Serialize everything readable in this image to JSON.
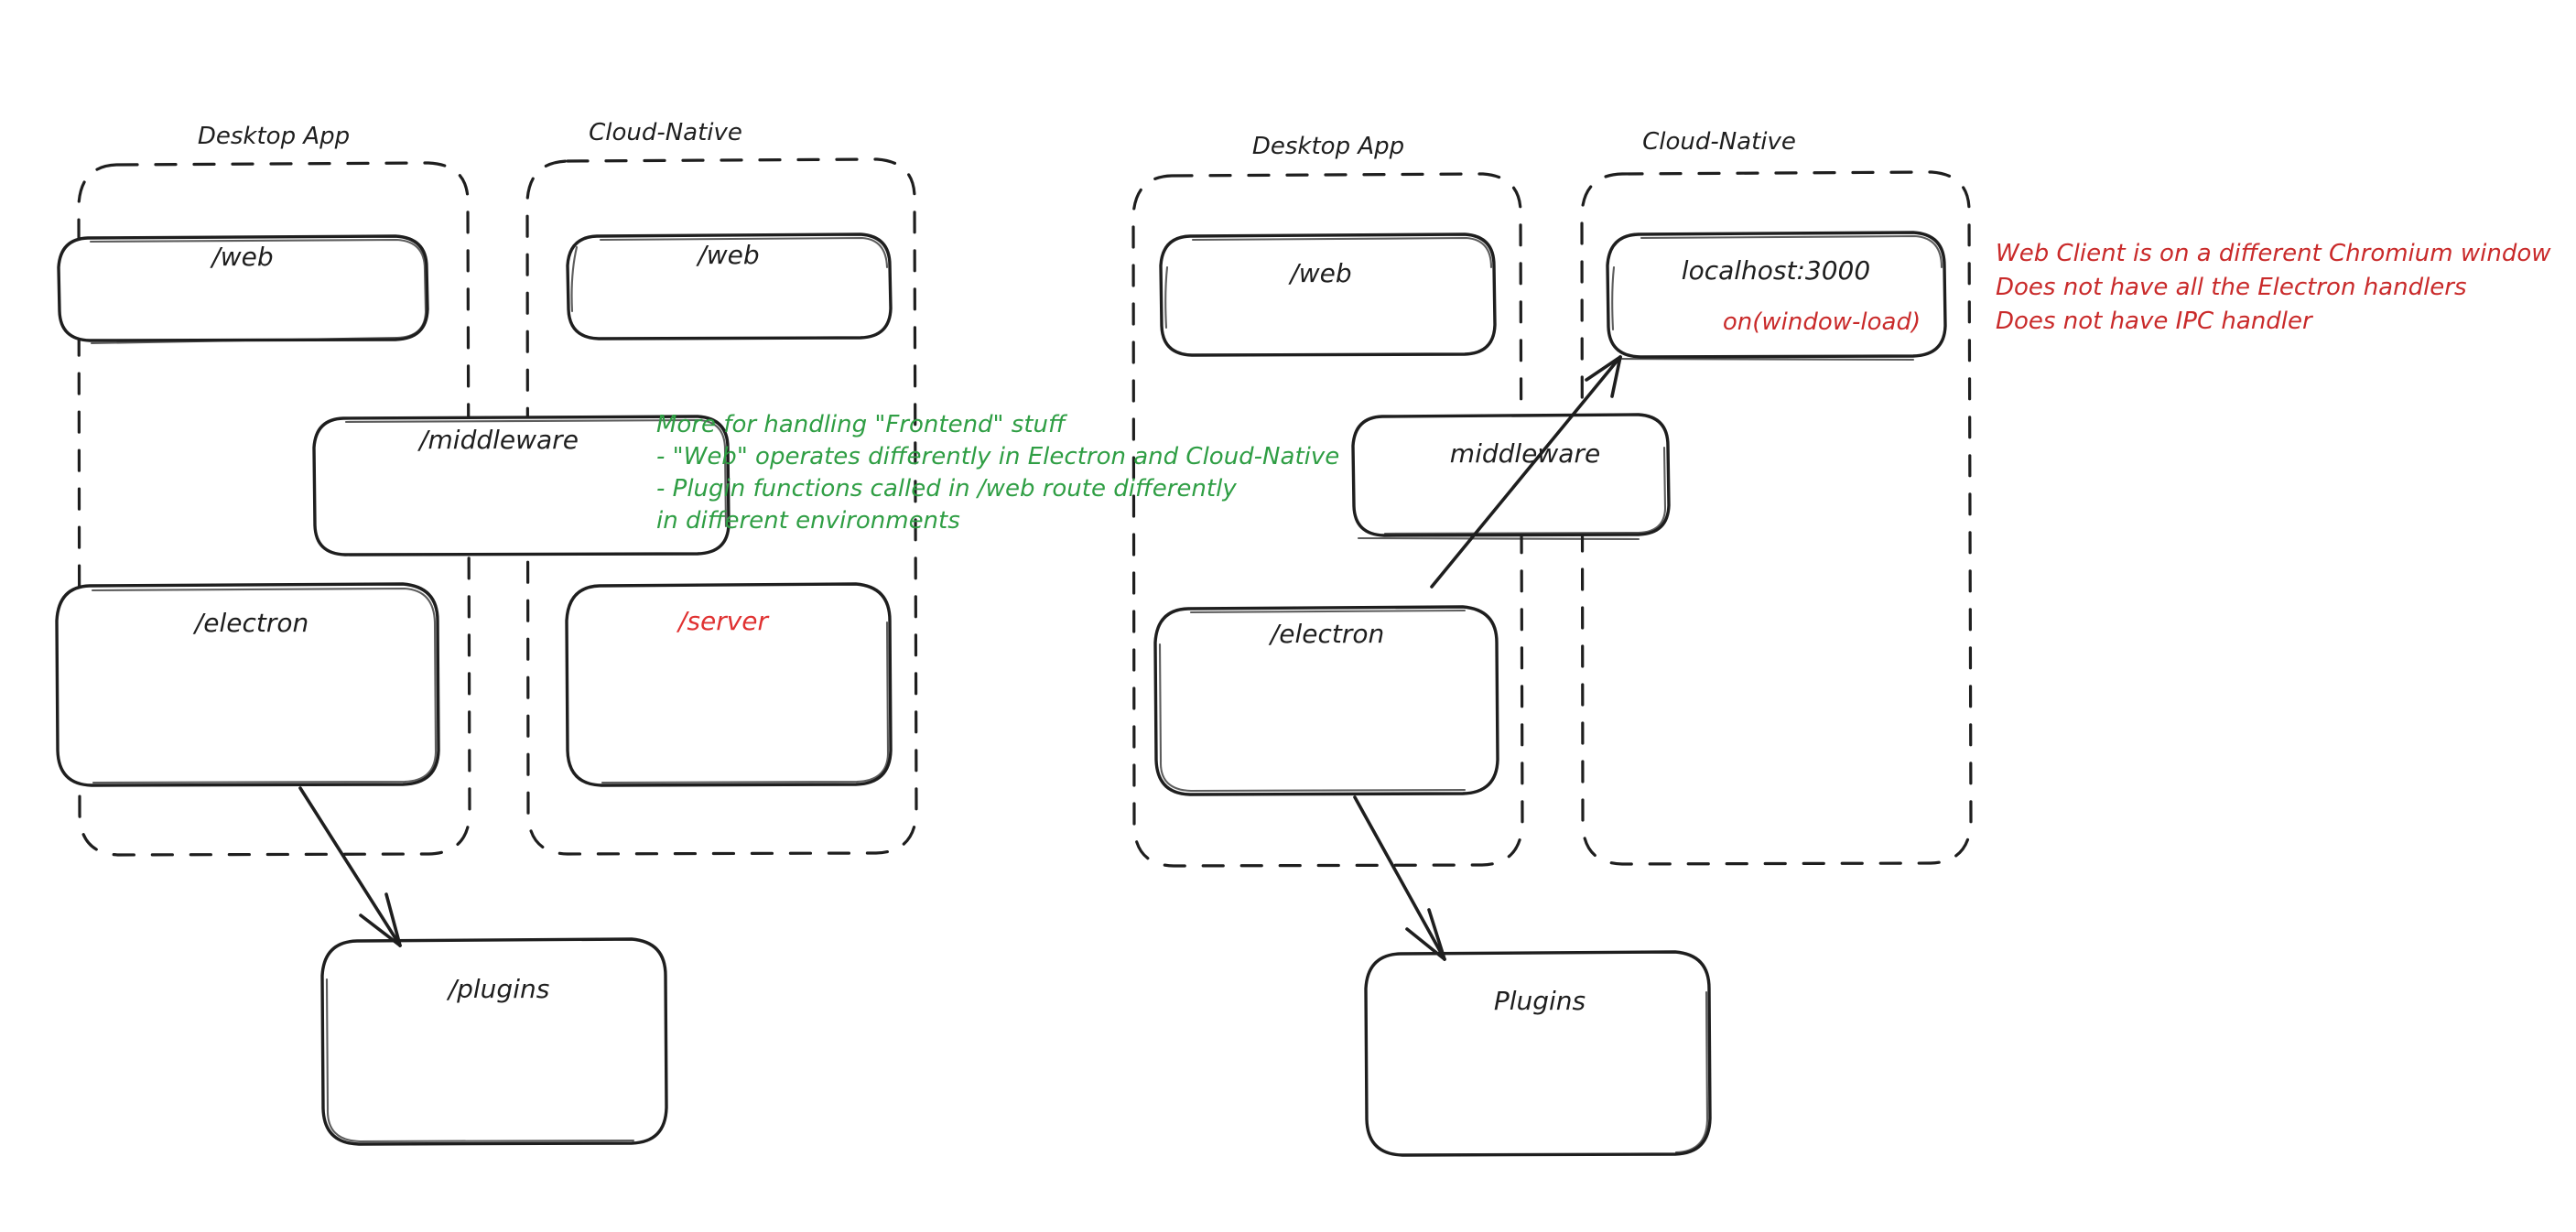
{
  "diagram": {
    "title": "Electron Desktop App vs Cloud-Native architecture comparison",
    "style": "hand-drawn whiteboard sketch",
    "background_color": "#ffffff",
    "colors": {
      "stroke": "#1e1e1e",
      "green_note": "#2f9e44",
      "red_note": "#c92a2a",
      "red_label": "#e03131"
    }
  },
  "left_diagram": {
    "groups": [
      {
        "label": "Desktop App"
      },
      {
        "label": "Cloud-Native"
      }
    ],
    "nodes": {
      "desktop_web": "/web",
      "cloud_web": "/web",
      "middleware": "/middleware",
      "electron": "/electron",
      "server": "/server",
      "plugins": "/plugins"
    },
    "note_green": [
      "More for handling \"Frontend\" stuff",
      "- \"Web\" operates differently in Electron and Cloud-Native",
      "- Plugin functions called in /web route differently",
      "in different environments"
    ]
  },
  "right_diagram": {
    "groups": [
      {
        "label": "Desktop App"
      },
      {
        "label": "Cloud-Native"
      }
    ],
    "nodes": {
      "desktop_web": "/web",
      "localhost": "localhost:3000",
      "localhost_sub": "on(window-load)",
      "middleware": "middleware",
      "electron": "/electron",
      "plugins": "Plugins"
    },
    "note_red": [
      "Web Client is on a different Chromium window",
      "Does not have all the Electron handlers",
      "Does not have IPC handler"
    ]
  }
}
